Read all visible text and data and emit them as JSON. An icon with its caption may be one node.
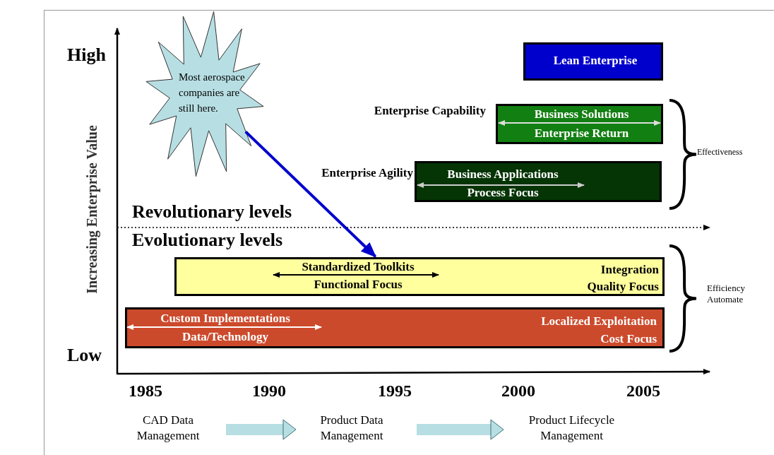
{
  "diagram": {
    "nodes": [
      {
        "text": [
          "Most aerospace companies are still here."
        ]
      },
      {
        "text": [
          "Lean Enterprise"
        ]
      },
      {
        "text": [
          "Business Solutions",
          "Enterprise Return"
        ],
        "beside": [
          "Enterprise Capability"
        ]
      },
      {
        "text": [
          "Business Applications",
          "Process Focus"
        ],
        "beside": [
          "Enterprise Agility"
        ]
      },
      {
        "text": [
          "Standardized Toolkits",
          "Functional Focus",
          "Integration Quality Focus"
        ]
      },
      {
        "text": [
          "Custom Implementations",
          "Data/Technology",
          "Localized Exploitation Cost Focus"
        ]
      },
      {
        "text": [
          "CAD Data Management"
        ]
      },
      {
        "text": [
          "Product Data Management"
        ]
      },
      {
        "text": [
          "Product Lifecycle Management"
        ]
      }
    ],
    "edges": [
      {
        "from": 0,
        "to": 4,
        "arrow": "to",
        "color": "#0000cc"
      },
      {
        "from": 6,
        "to": 7,
        "arrow": "to"
      },
      {
        "from": 7,
        "to": 8,
        "arrow": "to"
      }
    ],
    "labels": [
      "High",
      "Increasing Enterprise Value",
      "Effectiveness",
      "Revolutionary levels",
      "Evolutionary levels",
      "Efficiency Automate",
      "Low",
      "1985",
      "1990",
      "1995",
      "2000",
      "2005"
    ]
  }
}
